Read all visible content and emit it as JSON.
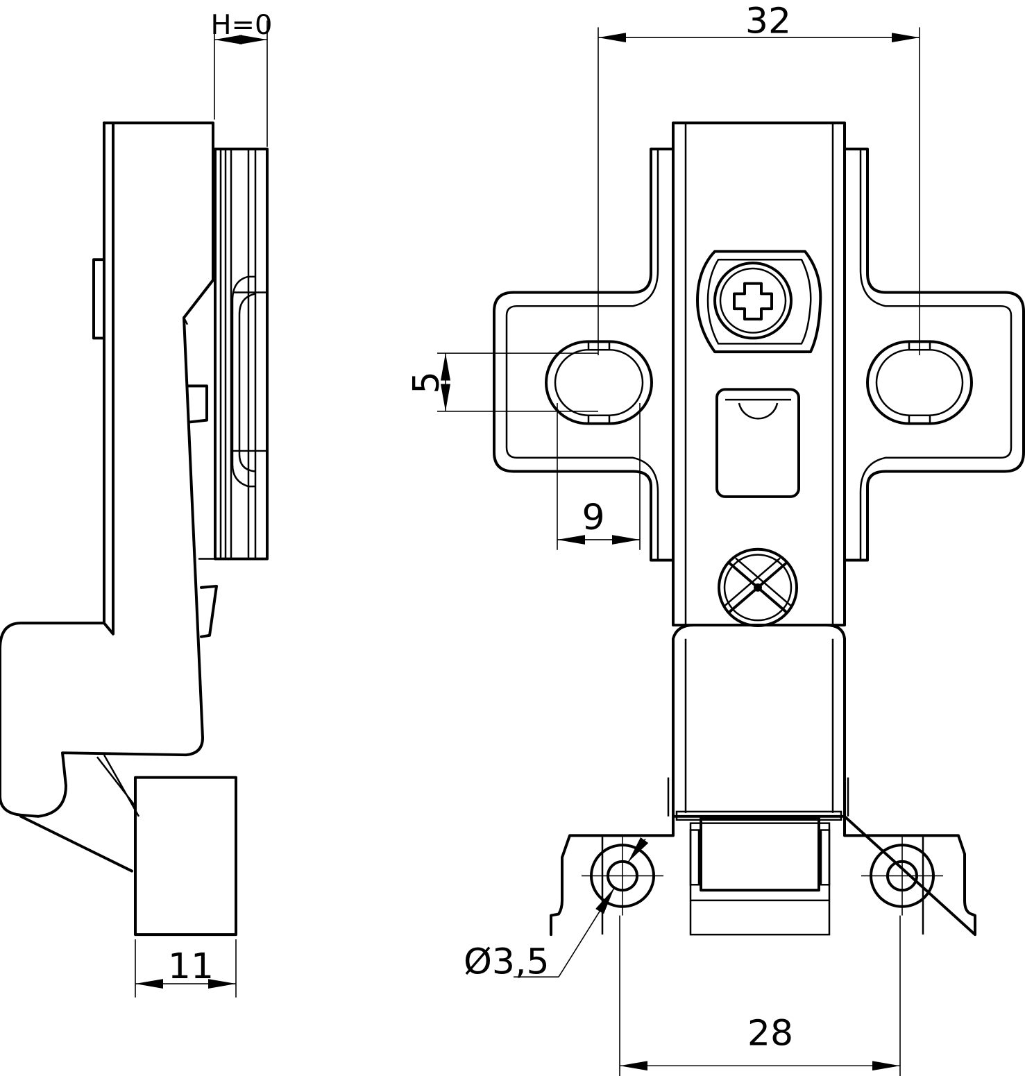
{
  "title": "Concealed hinge technical drawing",
  "dimensions": {
    "overlay": "H=0",
    "plate_hole_spacing": "32",
    "slot_height": "5",
    "slot_offset": "9",
    "cup_depth": "11",
    "screw_hole_diameter": "Ø3,5",
    "cup_hole_spacing": "28"
  },
  "colors": {
    "line": "#000000",
    "background": "#ffffff"
  }
}
